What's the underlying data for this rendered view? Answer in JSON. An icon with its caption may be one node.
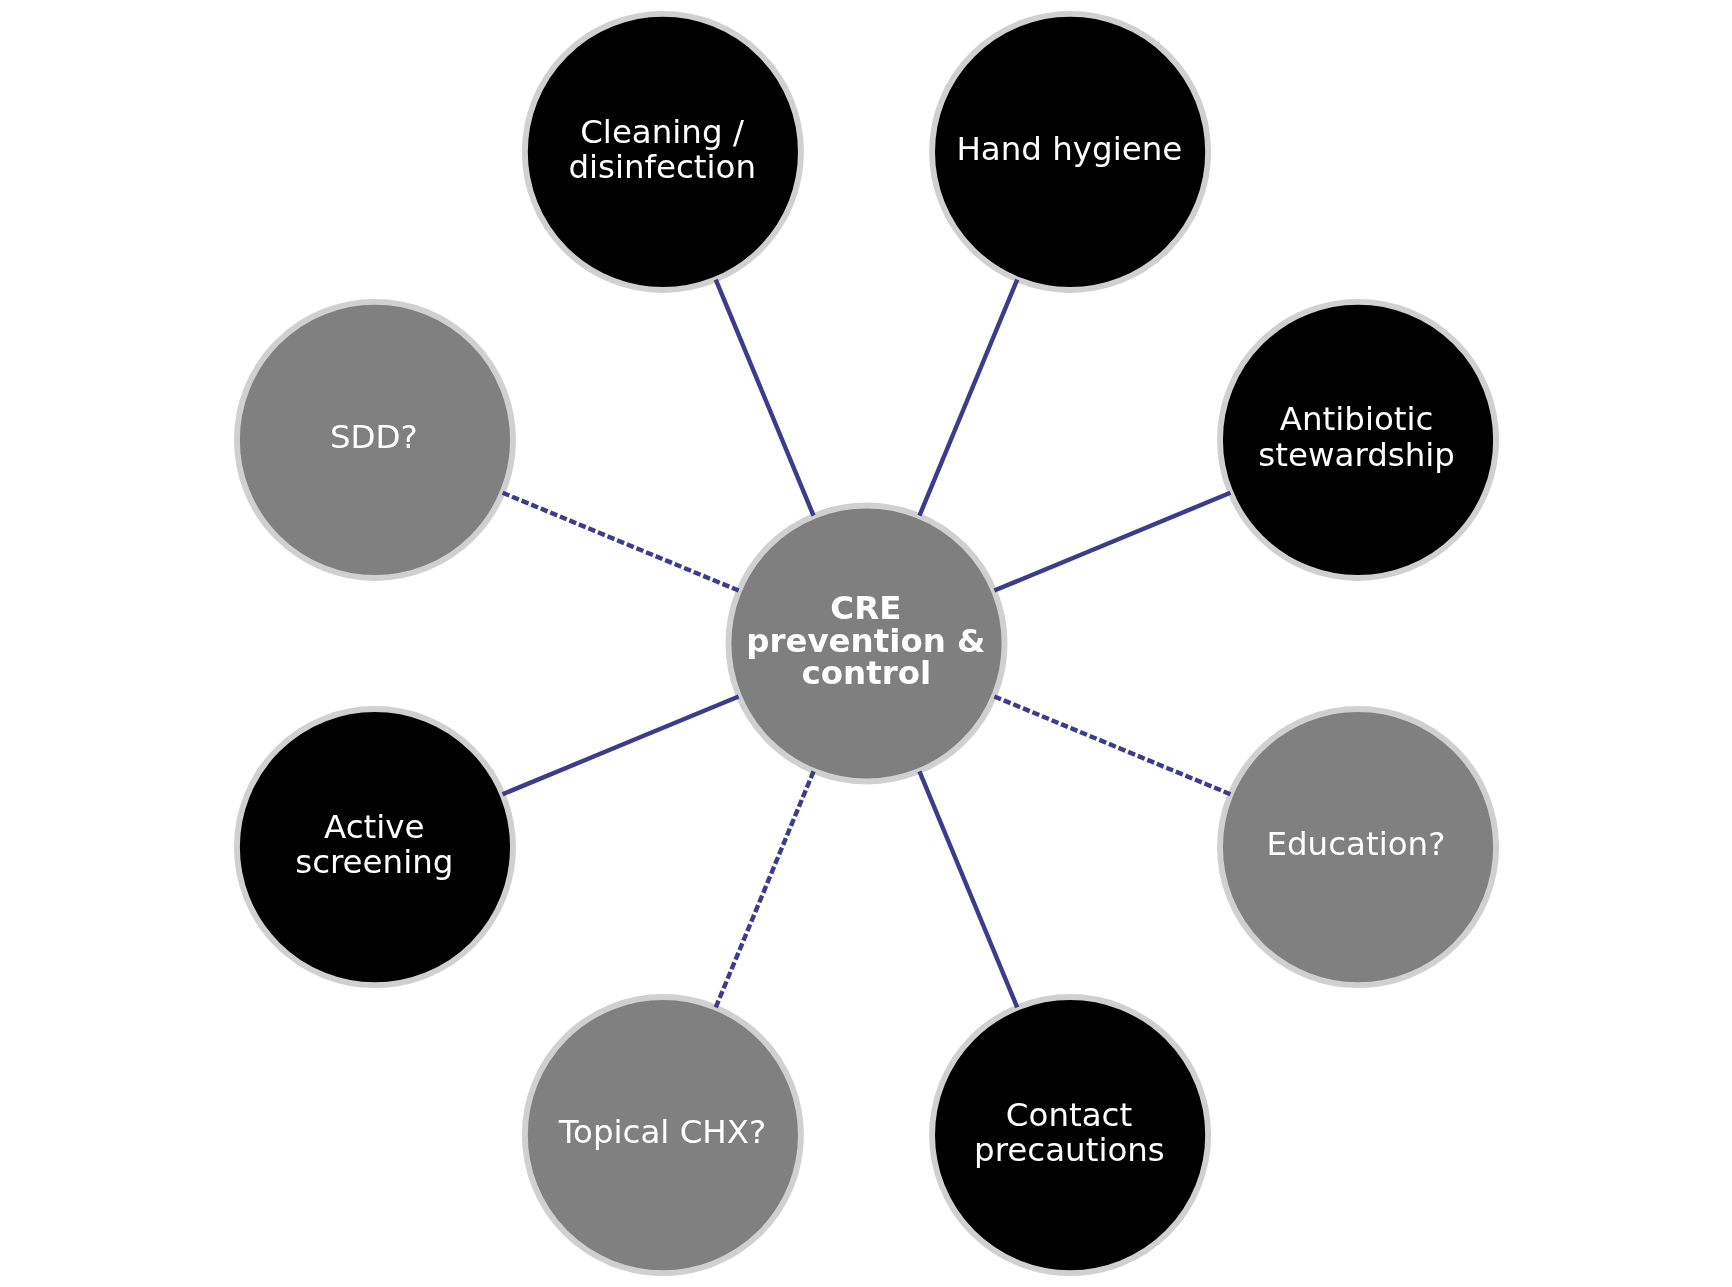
{
  "diagram": {
    "nodes": [
      {
        "text": [
          "CRE prevention & control"
        ]
      },
      {
        "text": [
          "Antibiotic stewardship"
        ]
      },
      {
        "text": [
          "Hand hygiene"
        ]
      },
      {
        "text": [
          "Cleaning / disinfection"
        ]
      },
      {
        "text": [
          "SDD?"
        ]
      },
      {
        "text": [
          "Active screening"
        ]
      },
      {
        "text": [
          "Topical CHX?"
        ]
      },
      {
        "text": [
          "Contact precautions"
        ]
      },
      {
        "text": [
          "Education?"
        ]
      }
    ],
    "edges": [
      {
        "from": 0,
        "to": 1,
        "arrow": "none"
      },
      {
        "from": 0,
        "to": 2,
        "arrow": "none"
      },
      {
        "from": 0,
        "to": 3,
        "arrow": "none"
      },
      {
        "from": 0,
        "to": 4,
        "arrow": "none",
        "style": "dashed"
      },
      {
        "from": 0,
        "to": 6,
        "arrow": "none",
        "style": "dashed"
      },
      {
        "from": 0,
        "to": 8,
        "arrow": "none",
        "style": "dashed"
      },
      {
        "from": 0,
        "to": 7,
        "arrow": "none"
      },
      {
        "from": 0,
        "to": 5,
        "arrow": "none"
      }
    ]
  }
}
